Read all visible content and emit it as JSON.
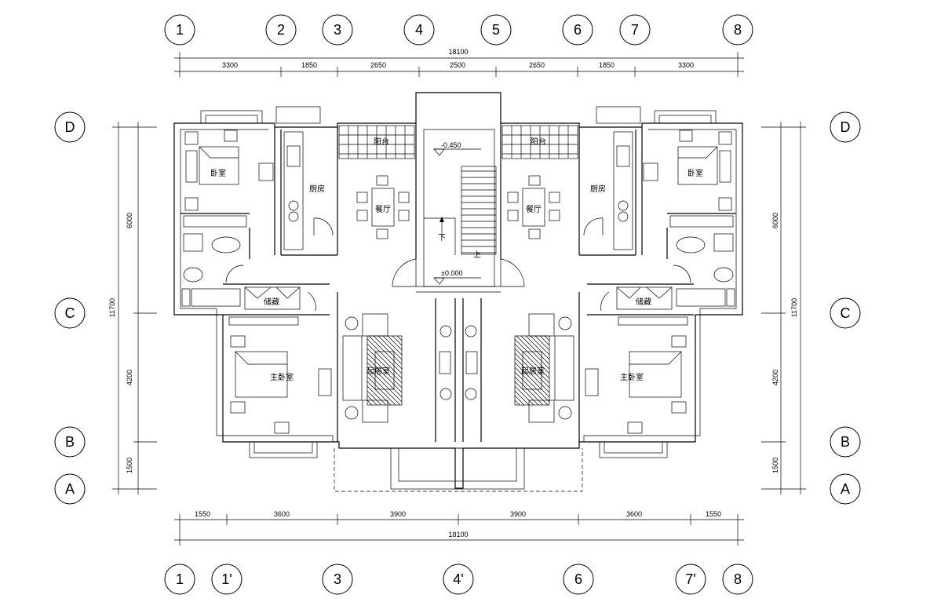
{
  "axes": {
    "top": [
      "1",
      "2",
      "3",
      "4",
      "5",
      "6",
      "7",
      "8"
    ],
    "bottom": [
      "1",
      "1'",
      "3",
      "4'",
      "6",
      "7'",
      "8"
    ],
    "left": [
      "D",
      "C",
      "B",
      "A"
    ],
    "right": [
      "D",
      "C",
      "B",
      "A"
    ]
  },
  "dimensions": {
    "top_total": "18100",
    "top_segments": [
      "3300",
      "1850",
      "2650",
      "2500",
      "2650",
      "1850",
      "3300"
    ],
    "bottom_segments": [
      "1550",
      "3600",
      "3900",
      "3900",
      "3600",
      "1550"
    ],
    "bottom_total": "18100",
    "left_segments": [
      "6000",
      "4200",
      "1500"
    ],
    "left_total": "11700",
    "right_segments": [
      "6000",
      "4200",
      "1500"
    ],
    "right_total": "11700"
  },
  "rooms": {
    "bedroom_left": "卧室",
    "bedroom_right": "卧室",
    "kitchen_left": "厨房",
    "kitchen_right": "厨房",
    "dining_left": "餐厅",
    "dining_right": "餐厅",
    "balcony_left": "阳台",
    "balcony_right": "阳台",
    "storage_left": "储藏",
    "storage_right": "储藏",
    "master_left": "主卧室",
    "master_right": "主卧室",
    "living_left": "起居室",
    "living_right": "起居室"
  },
  "stair": {
    "upper_level": "-0.450",
    "lower_level": "±0.000",
    "down_label": "下",
    "up_label": "上"
  }
}
